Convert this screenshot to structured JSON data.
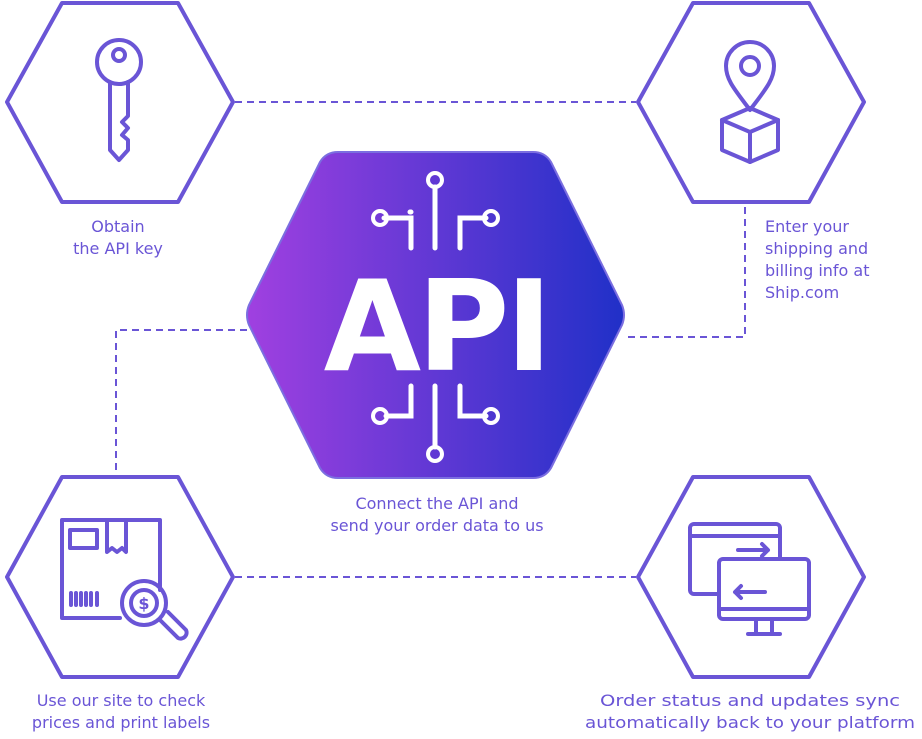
{
  "colors": {
    "accent": "#6a55d6",
    "gradient_start": "#a040e0",
    "gradient_end": "#2030c8"
  },
  "center": {
    "logo_text": "API",
    "caption": [
      "Connect the API and",
      "send your order data to us"
    ]
  },
  "steps": [
    {
      "icon": "key-icon",
      "caption": [
        "Obtain",
        "the API key"
      ]
    },
    {
      "icon": "location-package-icon",
      "caption": [
        "Enter your",
        "shipping and",
        "billing info at",
        "Ship.com"
      ]
    },
    {
      "icon": "package-price-search-icon",
      "caption": [
        "Use our site to check",
        "prices and print labels"
      ]
    },
    {
      "icon": "monitor-sync-icon",
      "caption": [
        "Order status and updates sync",
        "automatically back to your platform"
      ]
    }
  ]
}
